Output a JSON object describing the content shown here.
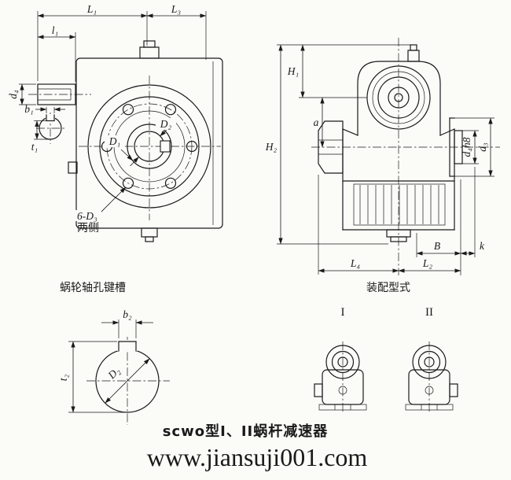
{
  "drawing": {
    "front_view": {
      "dim_L1": "L₁",
      "dim_L3": "L₃",
      "dim_l1": "l₁",
      "dim_d4": "d₄",
      "dim_b1": "b₁",
      "dim_t1": "t₁",
      "dim_D1": "D₁",
      "dim_D2": "D₂",
      "bolt_holes": "6-D₃",
      "bolt_holes_note": "两侧"
    },
    "side_view": {
      "dim_H1": "H₁",
      "dim_H2": "H₂",
      "dim_a": "a",
      "dim_d4h8": "d₄h8",
      "dim_d3": "d₃",
      "dim_B": "B",
      "dim_k": "k",
      "dim_L4": "L₄",
      "dim_L2": "L₂",
      "caption": "装配型式"
    },
    "keyway_view": {
      "caption": "蜗轮轴孔键槽",
      "dim_b2": "b₂",
      "dim_t2": "t₂",
      "dim_D2": "D₂"
    },
    "mounting_views": {
      "label_I": "I",
      "label_II": "II"
    },
    "footer": {
      "title": "scwo型I、II蜗杆减速器",
      "watermark": "www.jiansuji001.com",
      "watermark_color": "#9d87cf"
    }
  }
}
